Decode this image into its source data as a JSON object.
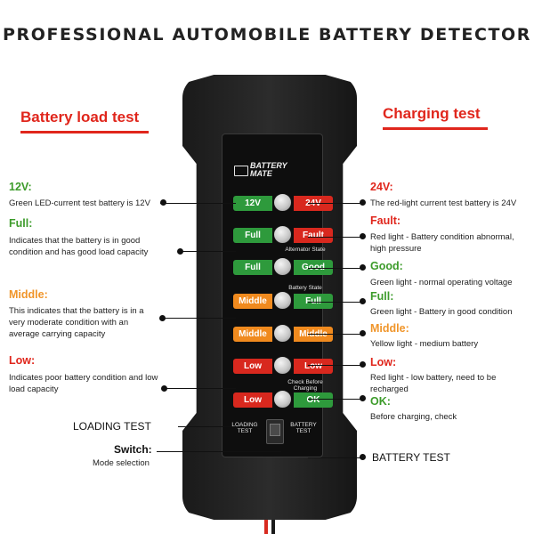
{
  "title": "PROFESSIONAL AUTOMOBILE BATTERY DETECTOR",
  "left_title": "Battery load test",
  "right_title": "Charging test",
  "device": {
    "logo": [
      "BATTERY",
      "MATE"
    ],
    "rows": [
      {
        "left": "12V",
        "left_color": "green",
        "right": "24V",
        "right_color": "red",
        "caption": ""
      },
      {
        "left": "Full",
        "left_color": "green",
        "right": "Fault",
        "right_color": "red",
        "caption": ""
      },
      {
        "left": "Full",
        "left_color": "green",
        "right": "Good",
        "right_color": "green",
        "caption": "Alternator State"
      },
      {
        "left": "Middle",
        "left_color": "orange",
        "right": "Full",
        "right_color": "green",
        "caption": "Battery State"
      },
      {
        "left": "Middle",
        "left_color": "orange",
        "right": "Middle",
        "right_color": "orange",
        "caption": ""
      },
      {
        "left": "Low",
        "left_color": "red",
        "right": "Low",
        "right_color": "red",
        "caption": ""
      },
      {
        "left": "Low",
        "left_color": "red",
        "right": "OK",
        "right_color": "green",
        "caption": "Check Before Charging"
      }
    ],
    "switch_left": "LOADING TEST",
    "switch_right": "BATTERY TEST"
  },
  "left_items": [
    {
      "label": "12V:",
      "color": "green",
      "desc": "Green LED-current test battery is 12V"
    },
    {
      "label": "Full:",
      "color": "green",
      "desc": "Indicates that the battery is in good condition and has good load capacity"
    },
    {
      "label": "Middle:",
      "color": "orange",
      "desc": "This indicates that the battery is in a very moderate condition with an average carrying capacity"
    },
    {
      "label": "Low:",
      "color": "red",
      "desc": "Indicates poor battery condition and low load capacity"
    }
  ],
  "right_items": [
    {
      "label": "24V:",
      "color": "red",
      "desc": "The red-light current test battery is 24V"
    },
    {
      "label": "Fault:",
      "color": "red",
      "desc": "Red light - Battery condition abnormal, high pressure"
    },
    {
      "label": "Good:",
      "color": "green",
      "desc": "Green light - normal operating voltage"
    },
    {
      "label": "Full:",
      "color": "green",
      "desc": "Green light - Battery in good condition"
    },
    {
      "label": "Middle:",
      "color": "orange",
      "desc": "Yellow light - medium battery"
    },
    {
      "label": "Low:",
      "color": "red",
      "desc": "Red light - low battery, need to be recharged"
    },
    {
      "label": "OK:",
      "color": "green",
      "desc": "Before charging, check"
    }
  ],
  "bottom_left": {
    "loading": "LOADING TEST",
    "switch_label": "Switch:",
    "switch_desc": "Mode selection"
  },
  "bottom_right": {
    "battery": "BATTERY TEST"
  },
  "colors": {
    "red": "#e0261c",
    "green": "#2e9a3c",
    "orange": "#f08a1e",
    "device": "#1e1e1e"
  }
}
